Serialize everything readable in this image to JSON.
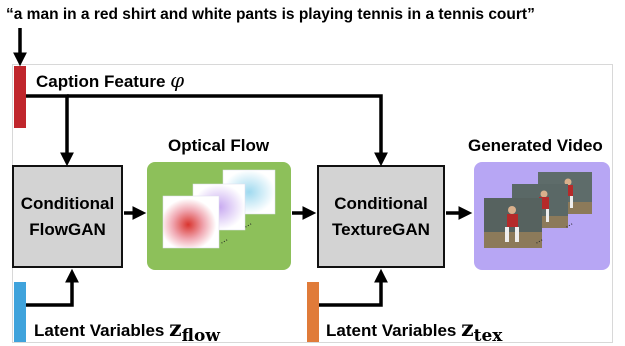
{
  "caption": "“a man in a red shirt and white pants is playing tennis in a tennis court”",
  "caption_feature": {
    "label": "Caption Feature",
    "symbol": "φ"
  },
  "flowgan": {
    "line1": "Conditional",
    "line2": "FlowGAN"
  },
  "texturegan": {
    "line1": "Conditional",
    "line2": "TextureGAN"
  },
  "optical_flow": {
    "label": "Optical Flow"
  },
  "generated_video": {
    "label": "Generated Video"
  },
  "latent_flow": {
    "label": "Latent Variables",
    "symbol": "z",
    "subscript": "flow"
  },
  "latent_tex": {
    "label": "Latent Variables",
    "symbol": "z",
    "subscript": "tex"
  },
  "colors": {
    "caption_bar": "#c0262c",
    "latent_flow_bar": "#3fa3dc",
    "latent_tex_bar": "#e07b39",
    "gan_box": "#d3d3d3",
    "optical_flow_bg": "#8dc05a",
    "video_bg": "#b7a6f4"
  }
}
